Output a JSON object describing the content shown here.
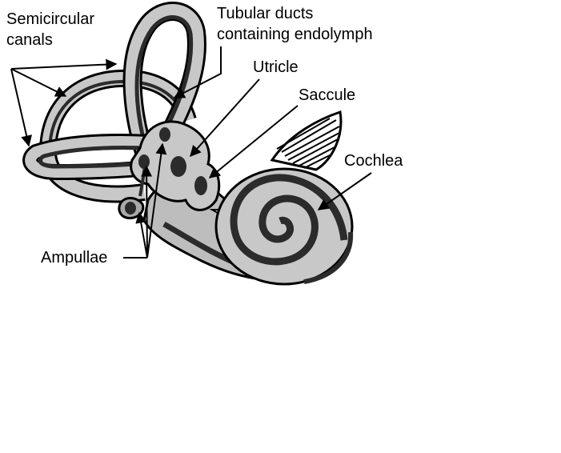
{
  "labels": {
    "semicircular_canals": {
      "line1": "Semicircular",
      "line2": "canals"
    },
    "tubular_ducts": {
      "line1": "Tubular ducts",
      "line2": "containing endolymph"
    },
    "utricle": "Utricle",
    "saccule": "Saccule",
    "cochlea": "Cochlea",
    "ampullae": "Ampullae"
  },
  "colors": {
    "outline": "#000000",
    "fill_light": "#c8c8c8",
    "fill_mid": "#a9a9a9",
    "fill_dark": "#2b2b2b",
    "background": "#ffffff"
  }
}
